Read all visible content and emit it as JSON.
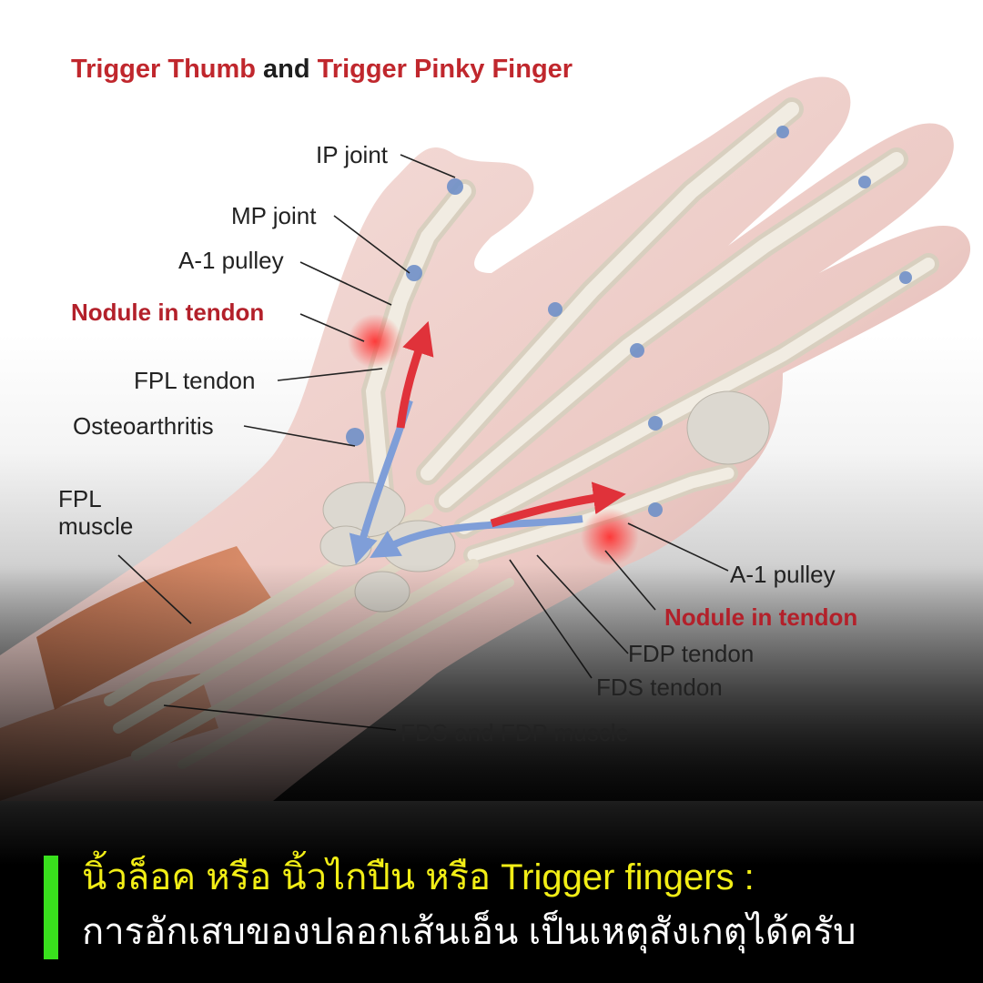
{
  "title": {
    "part1": "Trigger Thumb",
    "part2": " and ",
    "part3": "Trigger Pinky Finger"
  },
  "labels": {
    "ip_joint": "IP joint",
    "mp_joint": "MP joint",
    "a1_pulley_thumb": "A-1 pulley",
    "nodule_thumb": "Nodule in tendon",
    "fpl_tendon": "FPL tendon",
    "osteoarthritis": "Osteoarthritis",
    "fpl_muscle_line1": "FPL",
    "fpl_muscle_line2": "muscle",
    "a1_pulley_pinky": "A-1 pulley",
    "nodule_pinky": "Nodule in tendon",
    "fdp_tendon": "FDP tendon",
    "fds_tendon": "FDS tendon",
    "fds_fdp_muscle": "FDS and FDP muscle"
  },
  "caption": {
    "line1": "นิ้วล็อค หรือ นิ้วไกปืน หรือ Trigger fingers :",
    "line2": "การอักเสบของปลอกเส้นเอ็น เป็นเหตุสังเกตุได้ครับ"
  },
  "colors": {
    "title_red": "#c0272d",
    "label_red": "#b3202a",
    "caption_yellow": "#f2ee16",
    "caption_bar_green": "#39e01d"
  }
}
